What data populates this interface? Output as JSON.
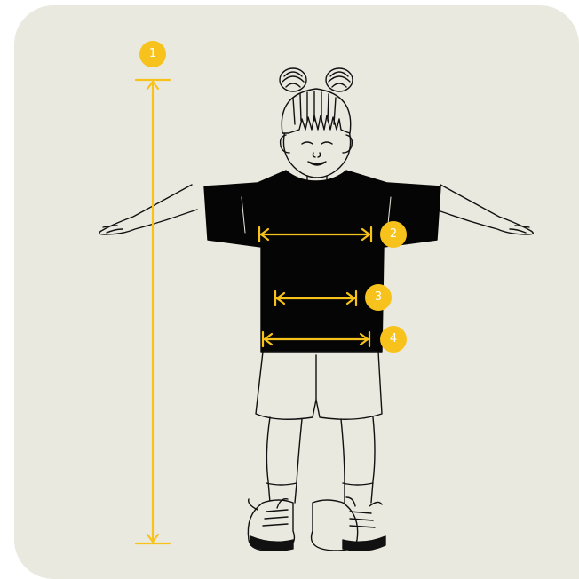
{
  "colors": {
    "background": "#eae9df",
    "accent": "#f8c21c",
    "ink": "#111111",
    "shirt": "#050505"
  },
  "figure": {
    "subject": "child-figure",
    "garment": "black-t-shirt"
  },
  "markers": [
    {
      "id": "height",
      "label": "1"
    },
    {
      "id": "chest",
      "label": "2"
    },
    {
      "id": "waist",
      "label": "3"
    },
    {
      "id": "hem",
      "label": "4"
    }
  ]
}
